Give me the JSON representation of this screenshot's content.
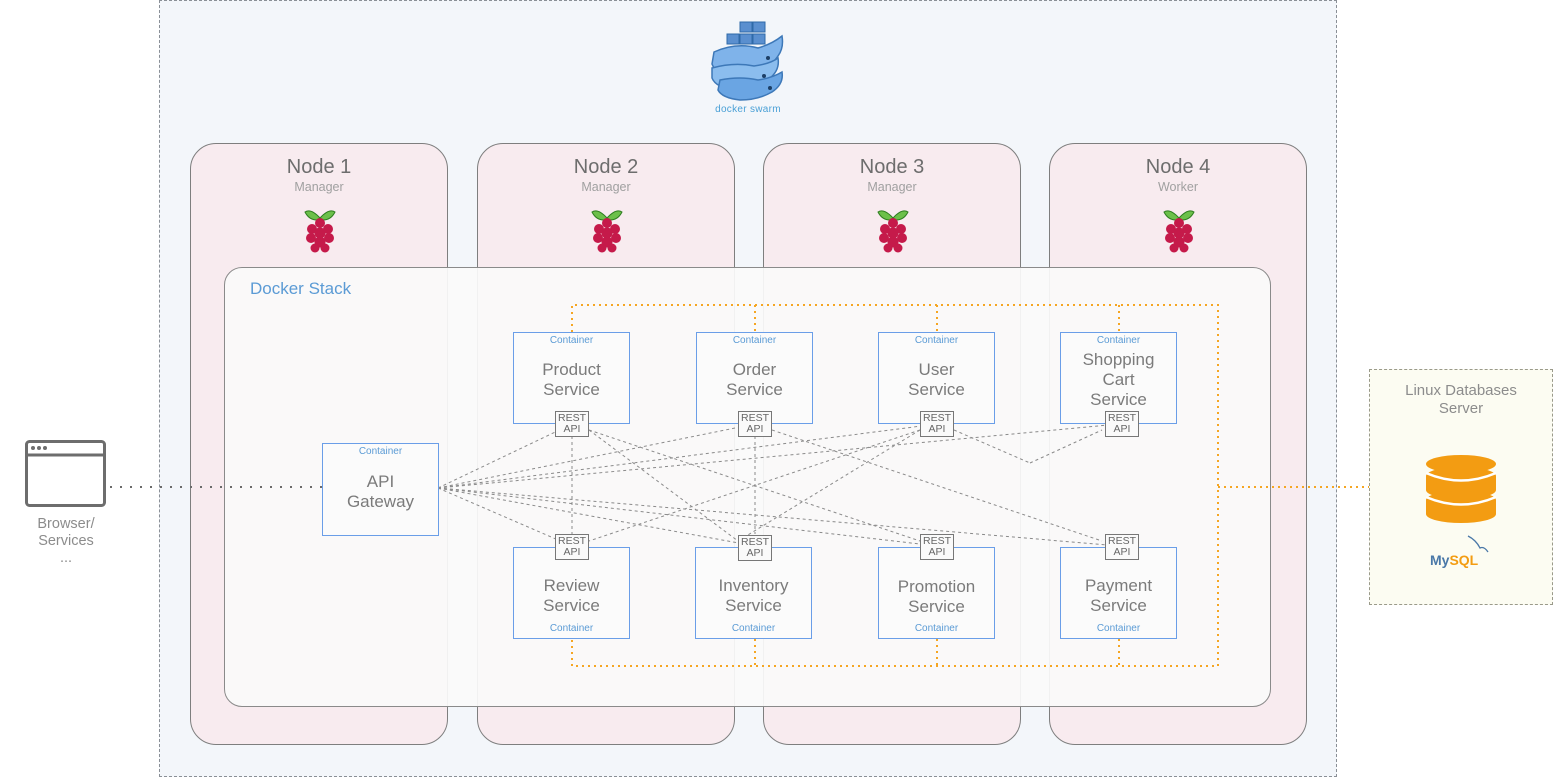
{
  "swarm": {
    "logo_text": "docker swarm"
  },
  "nodes": [
    {
      "title": "Node 1",
      "role": "Manager"
    },
    {
      "title": "Node 2",
      "role": "Manager"
    },
    {
      "title": "Node 3",
      "role": "Manager"
    },
    {
      "title": "Node 4",
      "role": "Worker"
    }
  ],
  "stack": {
    "title": "Docker Stack"
  },
  "container_tag": "Container",
  "rest_label": "REST\nAPI",
  "gateway": {
    "name": "API\nGateway"
  },
  "services_top": [
    {
      "name": "Product\nService"
    },
    {
      "name": "Order\nService"
    },
    {
      "name": "User\nService"
    },
    {
      "name": "Shopping\nCart\nService"
    }
  ],
  "services_bottom": [
    {
      "name": "Review\nService"
    },
    {
      "name": "Inventory\nService"
    },
    {
      "name": "Promotion\nService"
    },
    {
      "name": "Payment\nService"
    }
  ],
  "client": {
    "label": "Browser/\nServices\n..."
  },
  "database_server": {
    "title": "Linux Databases\nServer",
    "brand_prefix": "My",
    "brand_suffix": "SQL"
  },
  "colors": {
    "container_border": "#6a9ee8",
    "node_fill": "#f8ebef",
    "db_link": "#f5a623",
    "swarm_fill": "#f3f6fa"
  }
}
